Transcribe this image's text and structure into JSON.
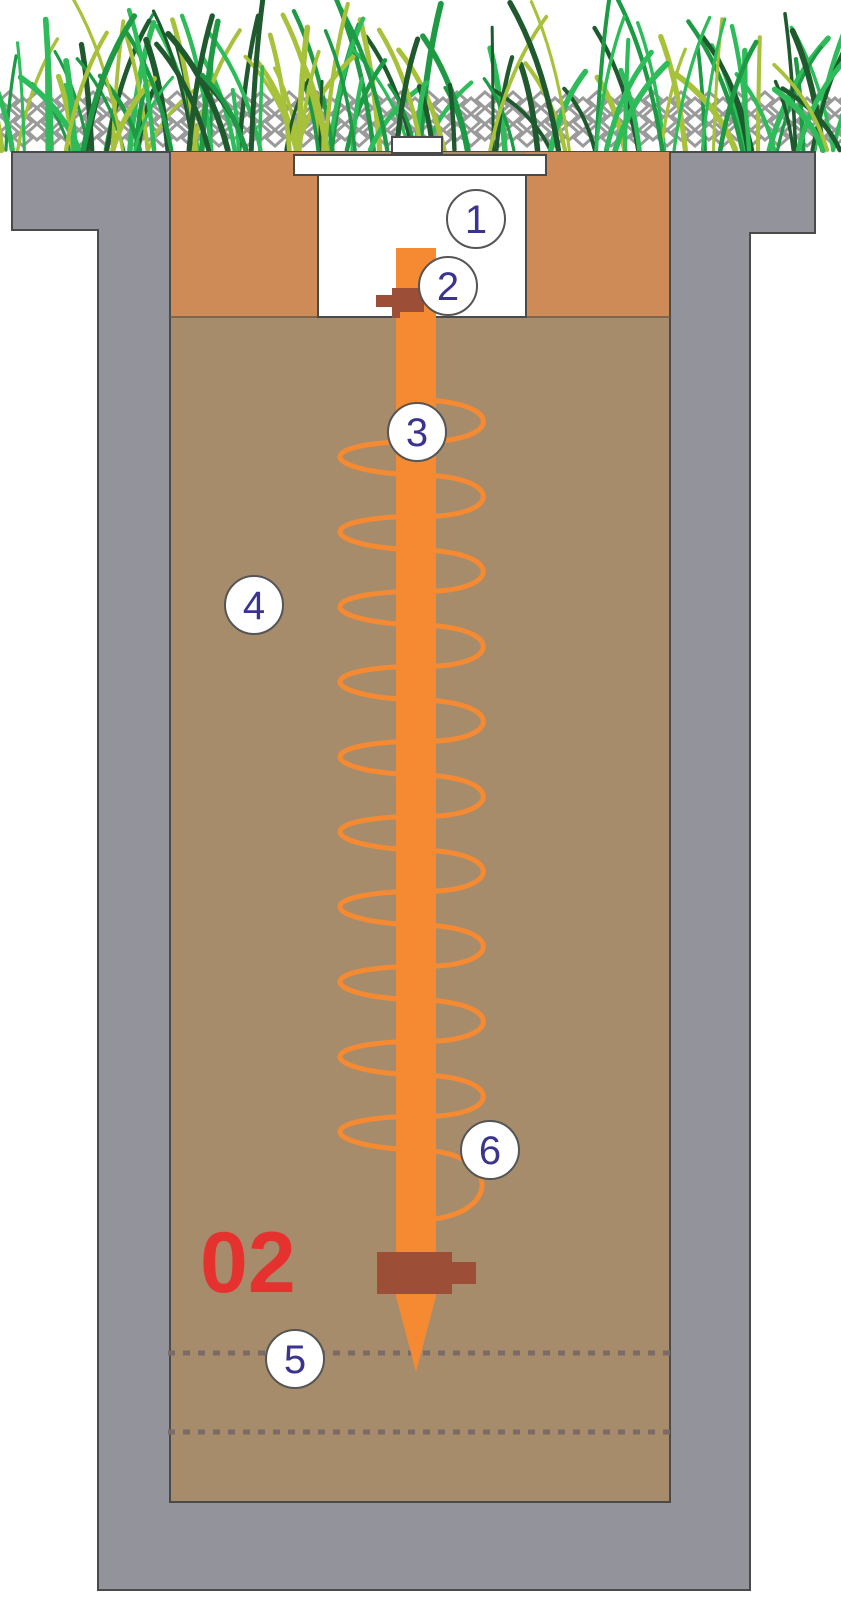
{
  "figure_number": "02",
  "callouts": [
    {
      "id": "1",
      "label": "1"
    },
    {
      "id": "2",
      "label": "2"
    },
    {
      "id": "3",
      "label": "3"
    },
    {
      "id": "4",
      "label": "4"
    },
    {
      "id": "5",
      "label": "5"
    },
    {
      "id": "6",
      "label": "6"
    }
  ],
  "colors": {
    "concrete": "#93939b",
    "topsoil": "#cf8b57",
    "soil": "#a68c6b",
    "electrode": "#f58a32",
    "clamp": "#9c4f36",
    "callout_text": "#3a3490",
    "figure_number": "#e6322f",
    "grass_dark": "#1f5a2e",
    "grass_mid": "#1e9a45",
    "grass_light": "#2ebc5a",
    "grass_yellow": "#a7c23a",
    "gravel": "#9a9a9a",
    "level_line": "#7b6a66"
  },
  "icons": {
    "grass": "grass-icon",
    "gravel": "gravel-icon"
  }
}
